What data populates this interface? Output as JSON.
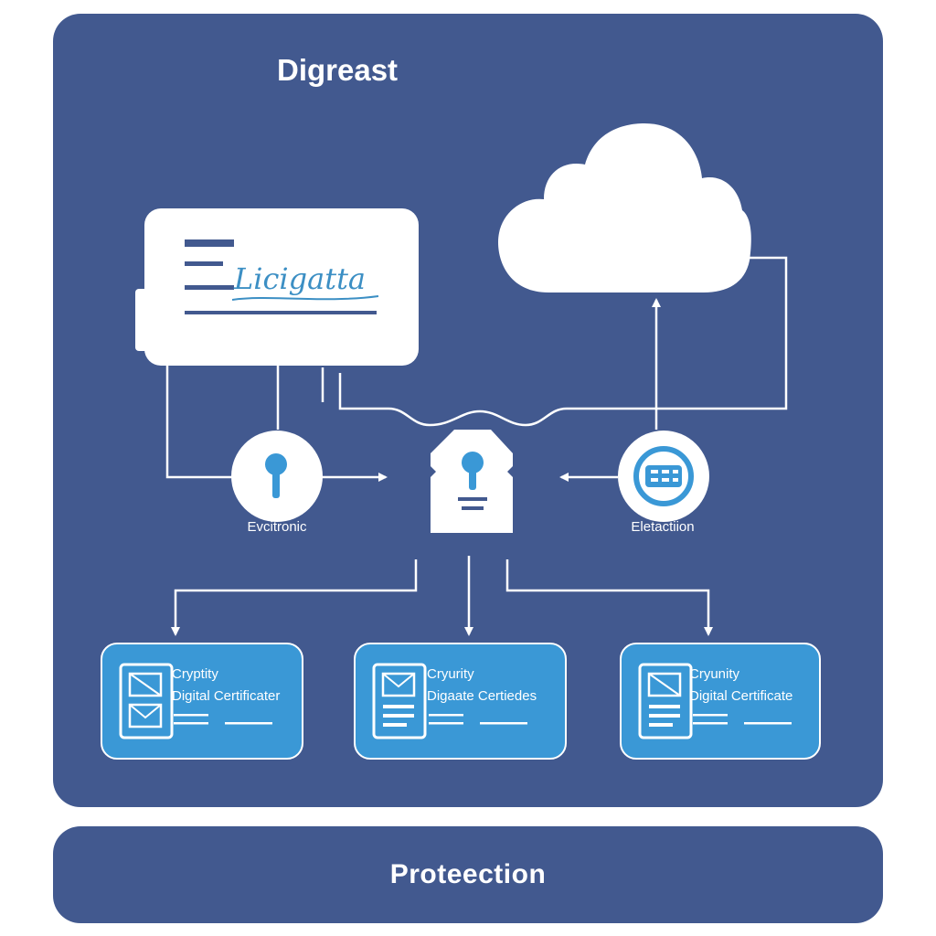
{
  "diagram": {
    "title": "Digreast",
    "signature_text": "Licigatta",
    "nodes": [
      {
        "label": "Evcitronic"
      },
      {
        "label": "Eletactiion"
      }
    ],
    "certificates": [
      {
        "title": "Cryptity",
        "subtitle": "Digital Certificater"
      },
      {
        "title": "Cryurity",
        "subtitle": "Digaate Certiedes"
      },
      {
        "title": "Cryunity",
        "subtitle": "Digital Certificate"
      }
    ],
    "footer": {
      "label": "Proteection"
    }
  },
  "colors": {
    "panel": "#42598f",
    "accent_blue": "#3a98d6",
    "white": "#ffffff"
  },
  "icons": [
    "cloud-icon",
    "keyhole-icon",
    "lock-hub-icon",
    "network-icon",
    "mail-icon",
    "document-icon"
  ]
}
